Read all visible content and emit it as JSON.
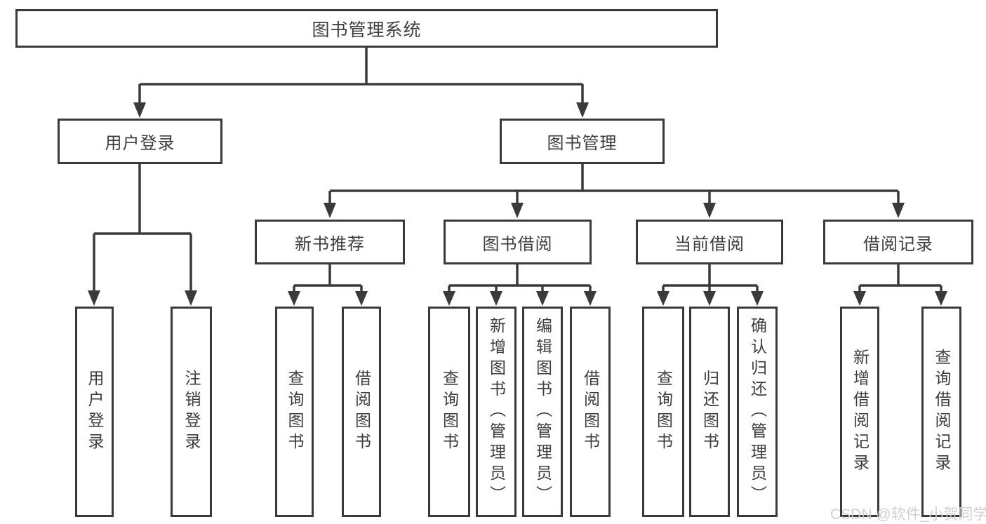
{
  "diagram": {
    "root": {
      "label": "图书管理系统"
    },
    "branches": [
      {
        "label": "用户登录",
        "children": [
          {
            "label": "用户登录"
          },
          {
            "label": "注销登录"
          }
        ]
      },
      {
        "label": "图书管理",
        "children": [
          {
            "label": "新书推荐",
            "children": [
              {
                "label": "查询图书"
              },
              {
                "label": "借阅图书"
              }
            ]
          },
          {
            "label": "图书借阅",
            "children": [
              {
                "label": "查询图书"
              },
              {
                "label": "新增图书（管理员）"
              },
              {
                "label": "编辑图书（管理员）"
              },
              {
                "label": "借阅图书"
              }
            ]
          },
          {
            "label": "当前借阅",
            "children": [
              {
                "label": "查询图书"
              },
              {
                "label": "归还图书"
              },
              {
                "label": "确认归还（管理员）"
              }
            ]
          },
          {
            "label": "借阅记录",
            "children": [
              {
                "label": "新增借阅记录"
              },
              {
                "label": "查询借阅记录"
              }
            ]
          }
        ]
      }
    ]
  },
  "watermark": {
    "text": "CSDN @软件_小贺同学"
  },
  "colors": {
    "line": "#3a3a3a",
    "text": "#3d3d3d",
    "background": "#ffffff",
    "watermark": "#cbced2"
  }
}
